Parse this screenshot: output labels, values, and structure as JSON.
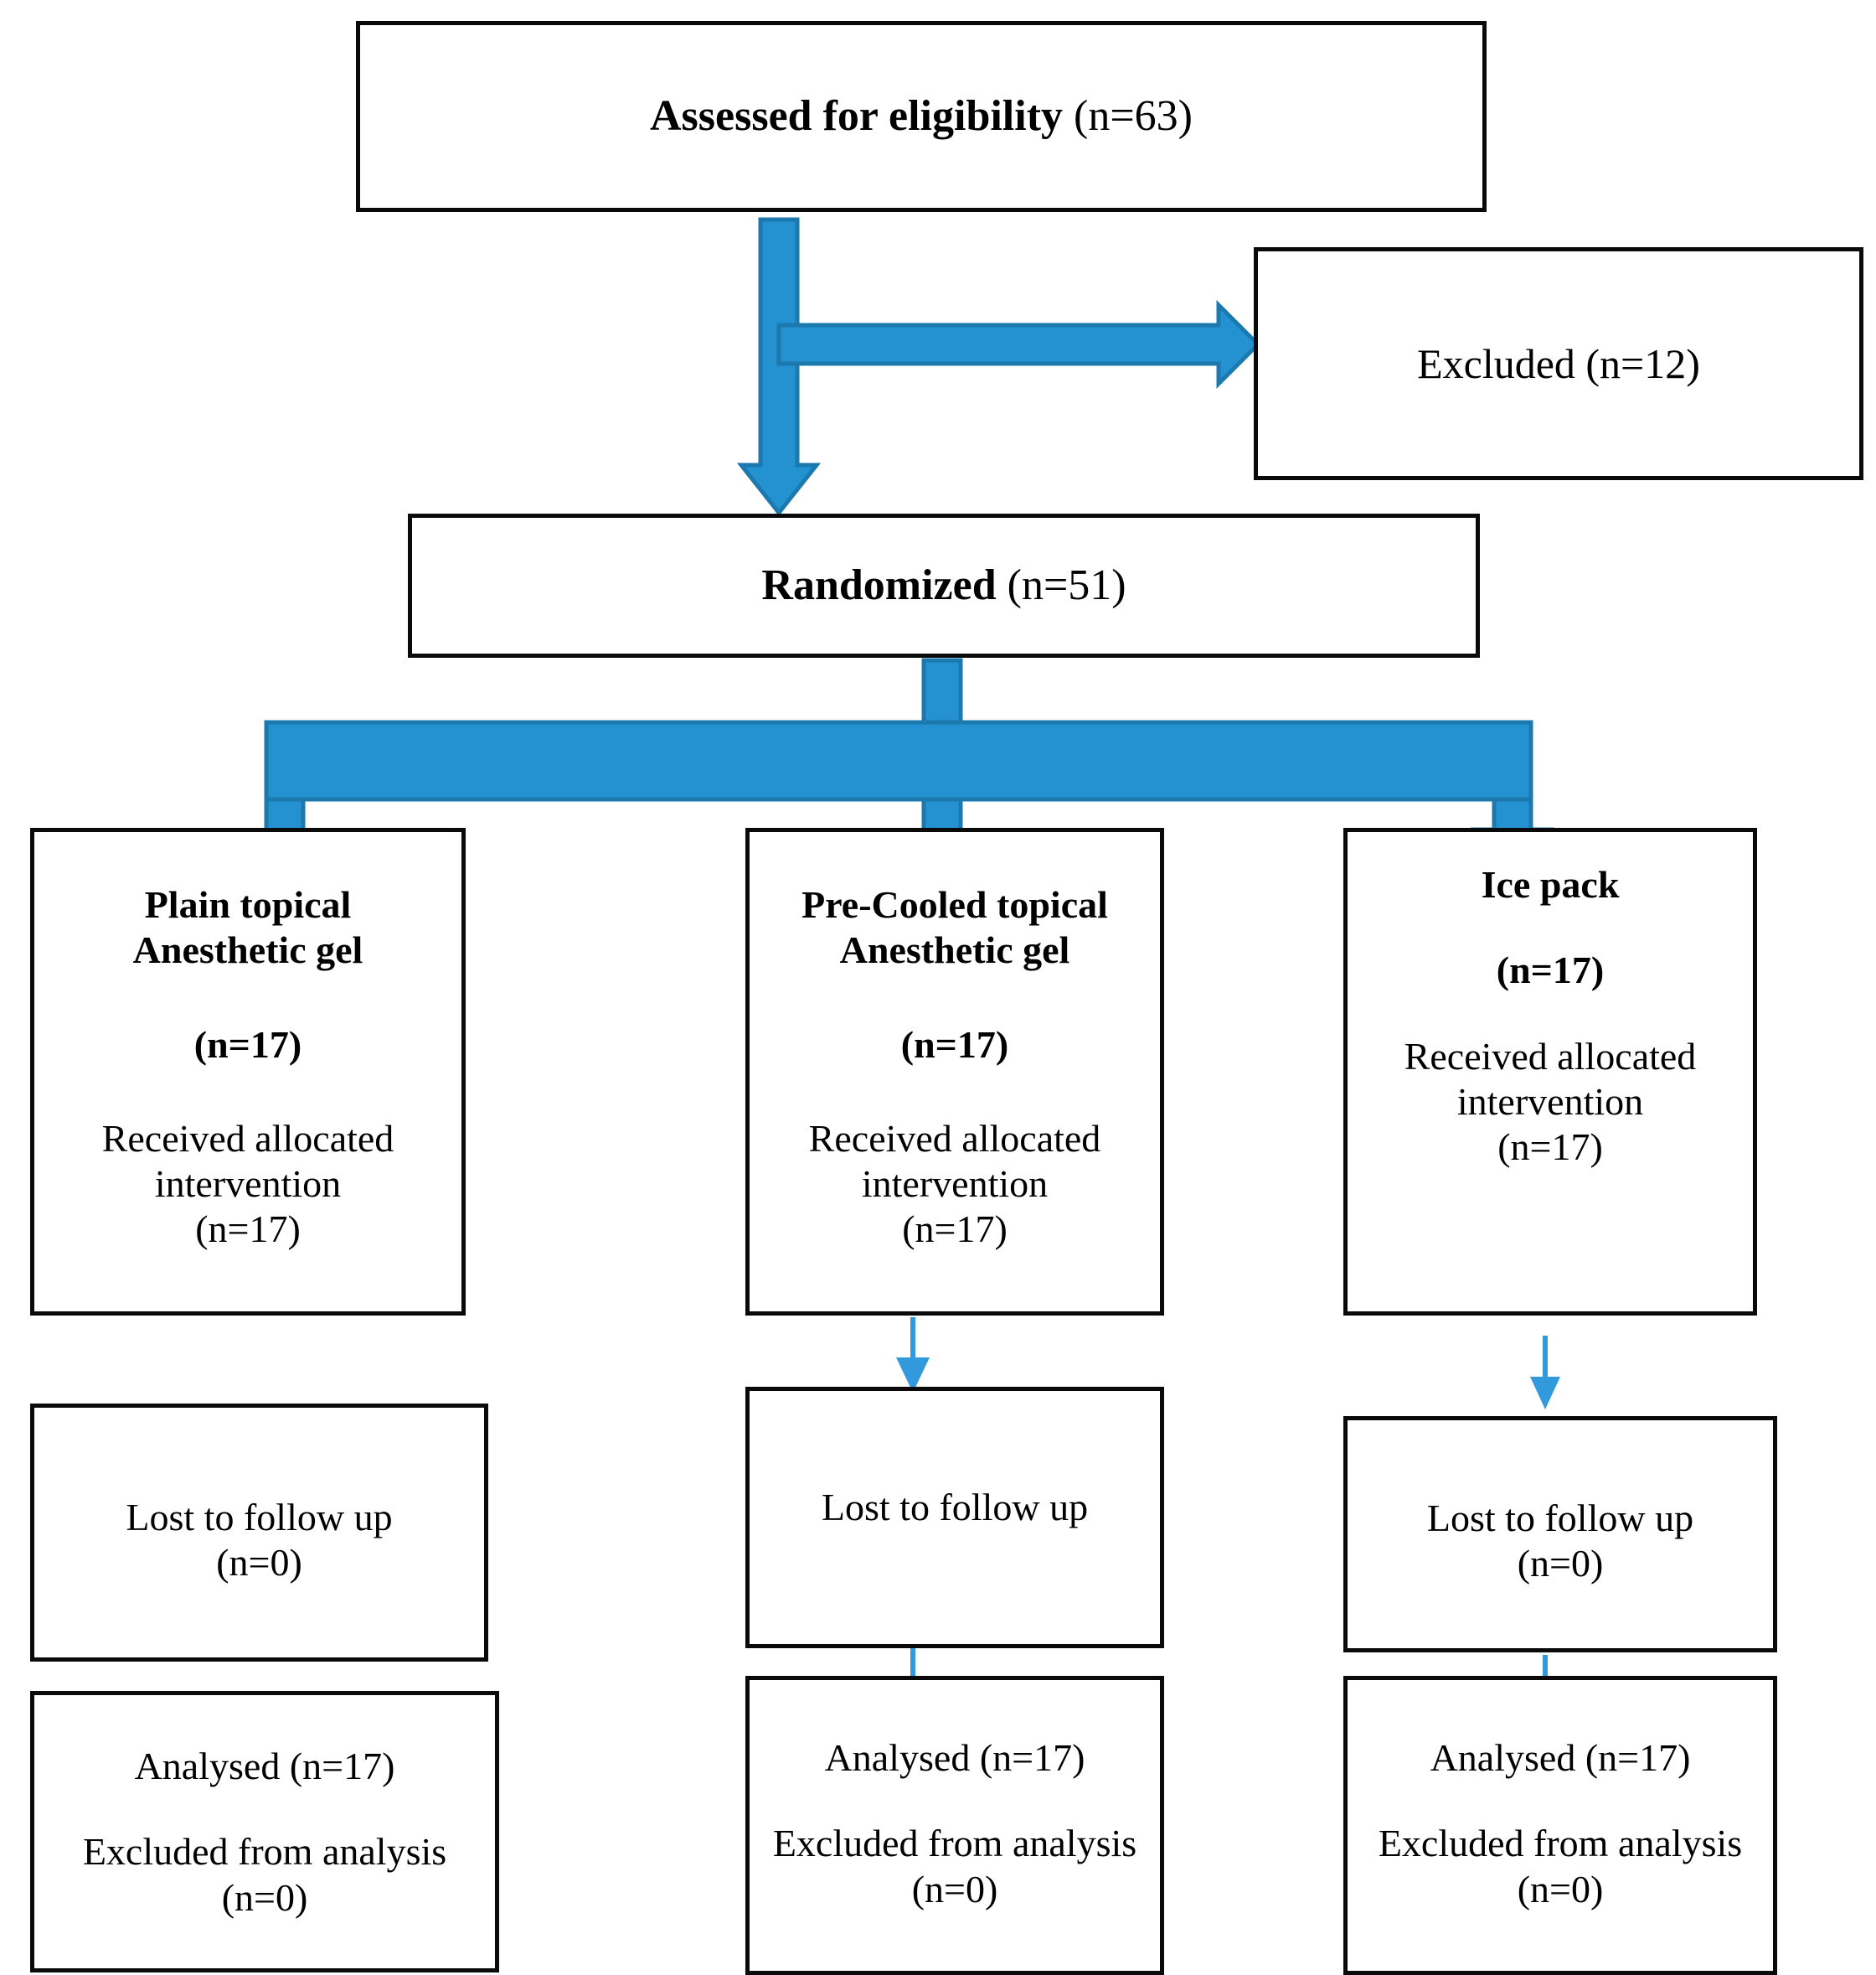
{
  "diagram": {
    "type": "consort-flow-diagram",
    "colors": {
      "thick_arrow_fill": "#2491D0",
      "thick_arrow_edge": "#1B79AE",
      "thin_arrow": "#3399DD",
      "box_border": "#0A0A0A",
      "background": "#FFFFFF",
      "text": "#000000"
    }
  },
  "enrollment": {
    "assessed": {
      "bold_text": "Assessed for eligibility",
      "count_text": "(n=63)"
    },
    "excluded": {
      "text": "Excluded (n=12)"
    },
    "randomized": {
      "bold_text": "Randomized",
      "count_text": "(n=51)"
    }
  },
  "arms": [
    {
      "id": "plain-topical-anesthetic-gel",
      "title_line1": "Plain topical",
      "title_line2": "Anesthetic gel",
      "allocation_count": "(n=17)",
      "received_line1": "Received allocated",
      "received_line2": "intervention",
      "received_count": "(n=17)",
      "lost": {
        "label": "Lost to follow up",
        "count": "(n=0)"
      },
      "analysed": {
        "analysed_text": "Analysed (n=17)",
        "excluded_text": "Excluded from analysis",
        "excluded_count": "(n=0)"
      }
    },
    {
      "id": "pre-cooled-topical-anesthetic-gel",
      "title_line1": "Pre-Cooled topical",
      "title_line2": "Anesthetic gel",
      "allocation_count": "(n=17)",
      "received_line1": "Received allocated",
      "received_line2": "intervention",
      "received_count": "(n=17)",
      "lost": {
        "label": "Lost to follow up",
        "count": ""
      },
      "analysed": {
        "analysed_text": "Analysed (n=17)",
        "excluded_text": "Excluded from analysis",
        "excluded_count": "(n=0)"
      }
    },
    {
      "id": "ice-pack",
      "title_line1": "Ice pack",
      "title_line2": "",
      "allocation_count": "(n=17)",
      "received_line1": "Received allocated",
      "received_line2": "intervention",
      "received_count": "(n=17)",
      "lost": {
        "label": "Lost to follow up",
        "count": "(n=0)"
      },
      "analysed": {
        "analysed_text": "Analysed (n=17)",
        "excluded_text": "Excluded from analysis",
        "excluded_count": "(n=0)"
      }
    }
  ]
}
